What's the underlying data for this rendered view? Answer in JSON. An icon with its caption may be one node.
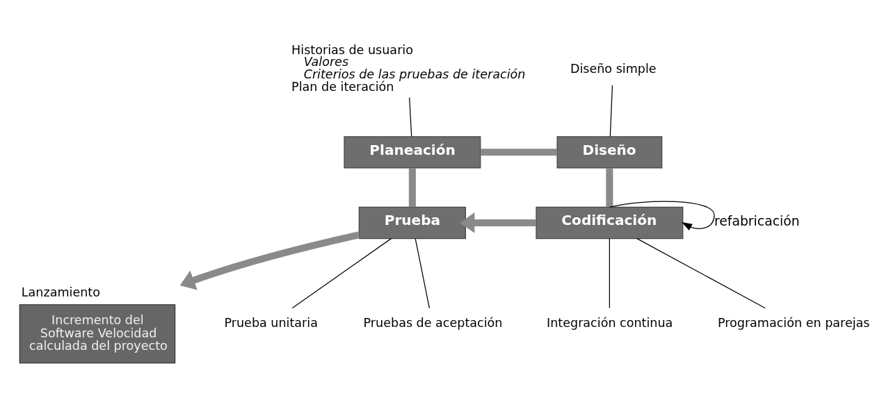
{
  "diagram": {
    "nodes": [
      {
        "text": [
          "Diseño simple"
        ]
      },
      {
        "text": [
          "Historias de usuario",
          "Valores",
          "Criterios de las pruebas de iteración",
          "Plan de iteración"
        ]
      },
      {
        "text": [
          "Planeación"
        ]
      },
      {
        "text": [
          "Diseño"
        ]
      },
      {
        "text": [
          "Prueba"
        ]
      },
      {
        "text": [
          "Codificación"
        ]
      },
      {
        "text": [
          "Lanzamiento",
          "Incremento del Software Velocidad calculada del proyecto"
        ]
      },
      {
        "text": [
          "Programación en parejas"
        ]
      },
      {
        "text": [
          "Prueba unitaria"
        ]
      },
      {
        "text": [
          "Integración continua"
        ]
      },
      {
        "text": [
          "Pruebas de aceptación"
        ]
      }
    ],
    "edges": [
      {
        "from": 2,
        "to": 3,
        "arrow": "none",
        "style": "thick",
        "color": "#8a8a8a"
      },
      {
        "from": 3,
        "to": 5,
        "arrow": "none",
        "style": "thick",
        "color": "#8a8a8a"
      },
      {
        "from": 5,
        "to": 4,
        "arrow": "to",
        "style": "thick",
        "color": "#8a8a8a"
      },
      {
        "from": 4,
        "to": 2,
        "arrow": "none",
        "style": "thick",
        "color": "#8a8a8a"
      },
      {
        "from": 5,
        "to": 5,
        "arrow": "to",
        "label": "refabricación"
      },
      {
        "from": 4,
        "to": 6,
        "arrow": "to",
        "style": "thick",
        "color": "#8a8a8a"
      },
      {
        "from": 1,
        "to": 2,
        "arrow": "none"
      },
      {
        "from": 0,
        "to": 3,
        "arrow": "none"
      },
      {
        "from": 7,
        "to": 5,
        "arrow": "none"
      },
      {
        "from": 8,
        "to": 4,
        "arrow": "none"
      },
      {
        "from": 9,
        "to": 5,
        "arrow": "none"
      },
      {
        "from": 10,
        "to": 4,
        "arrow": "none"
      }
    ]
  }
}
